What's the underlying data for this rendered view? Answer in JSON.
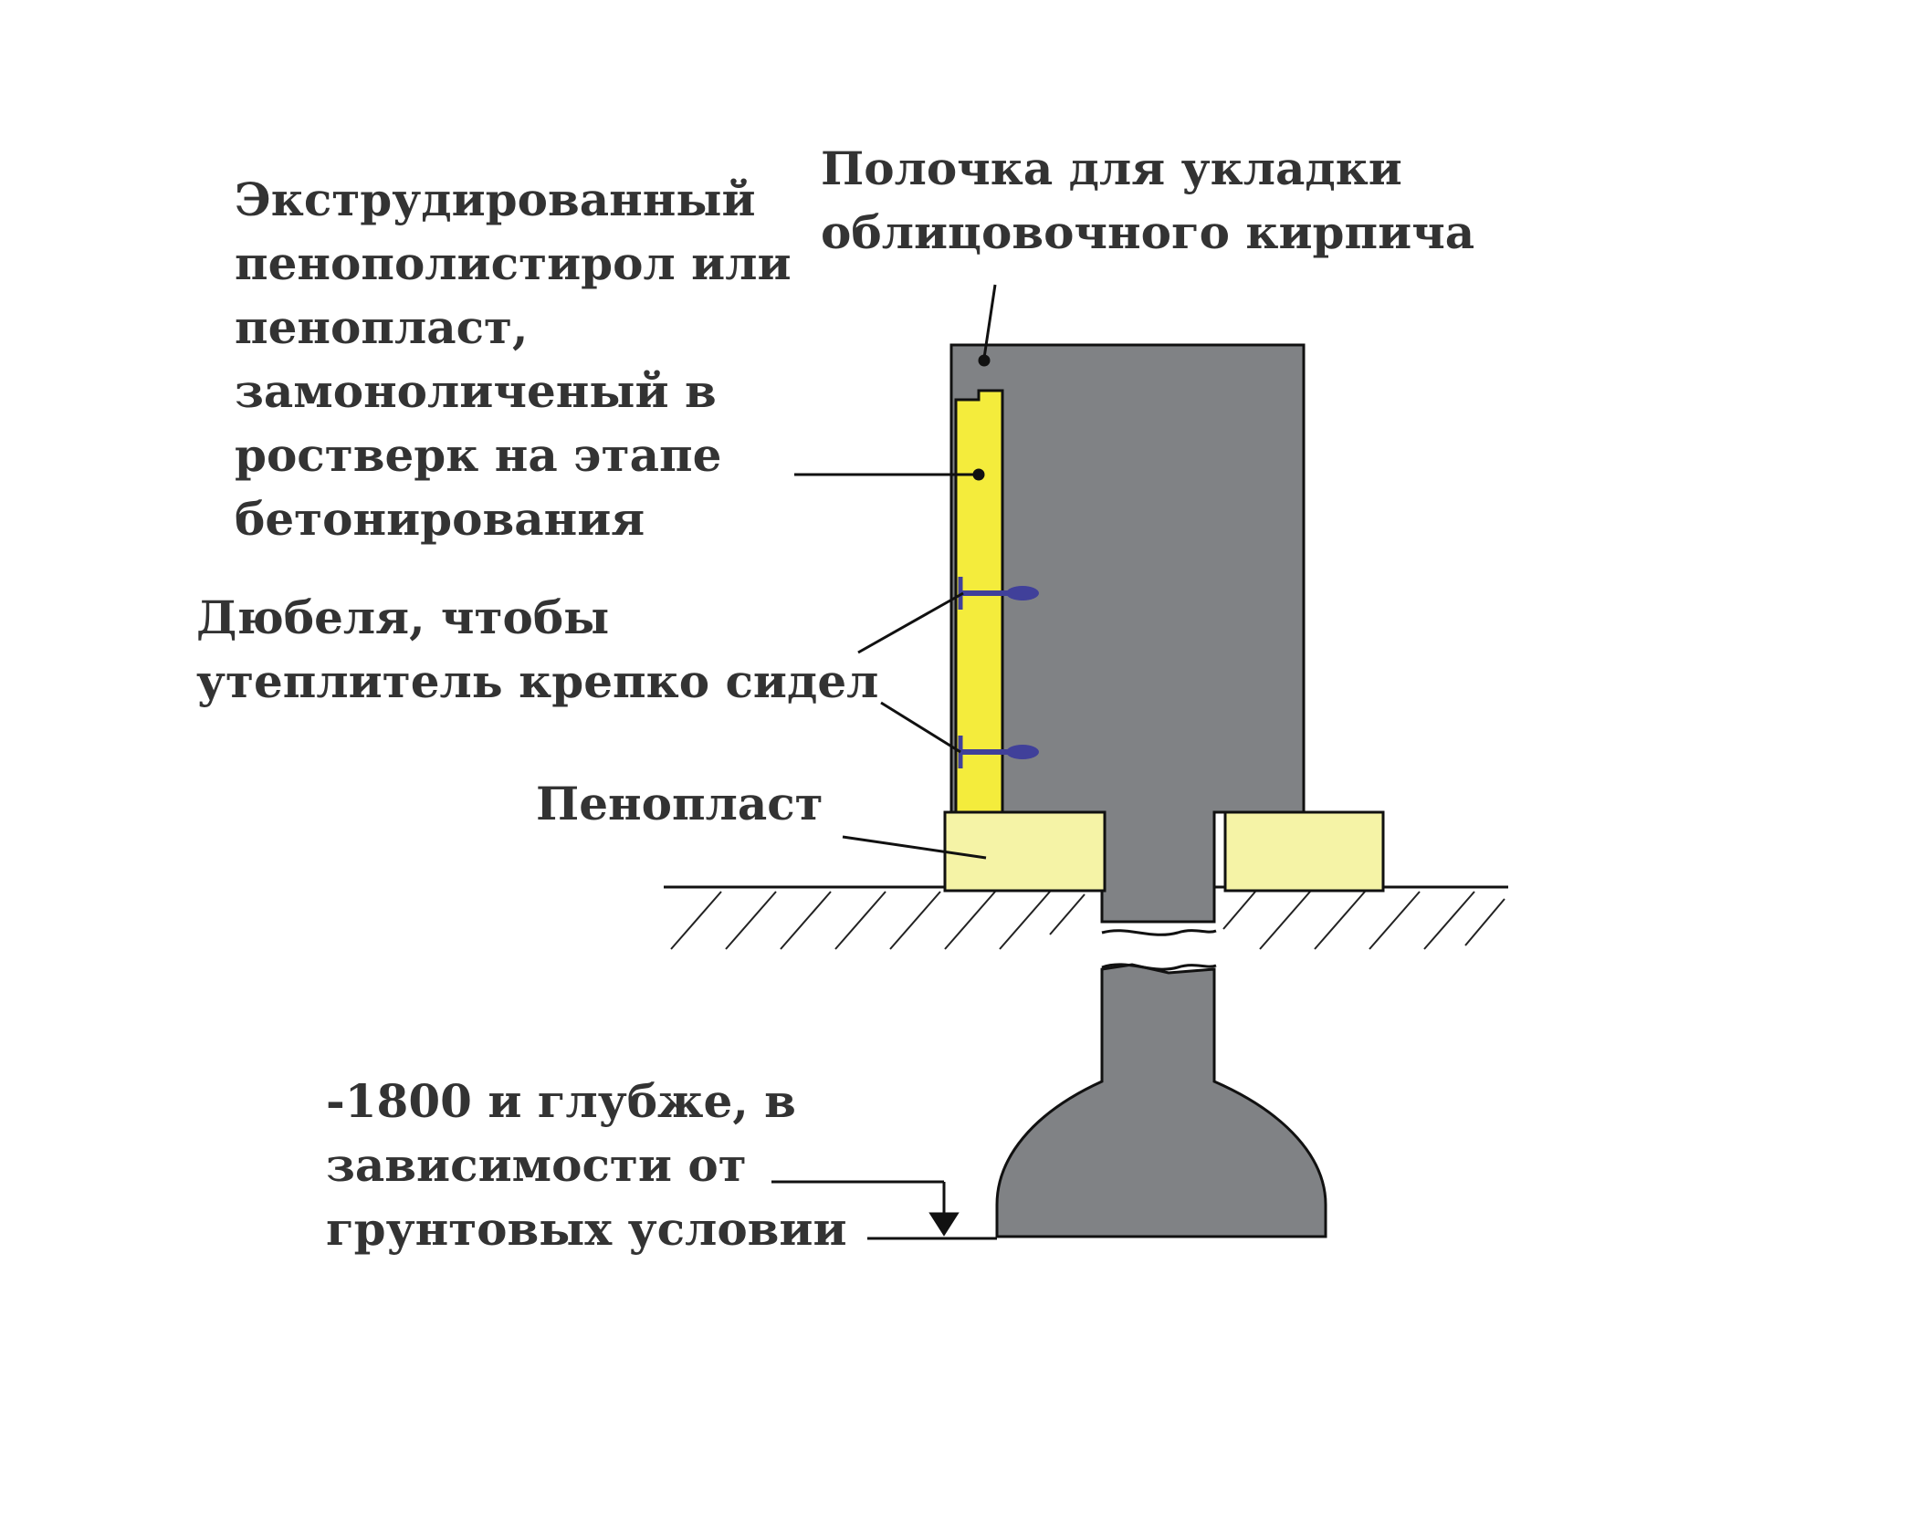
{
  "labels": {
    "shelf": {
      "line1": "Полочка для укладки",
      "line2": "облицовочного кирпича"
    },
    "xps_insulation": {
      "line1": "Экструдированный",
      "line2": "пенополистирол или",
      "line3": "пенопласт,",
      "line4": "замоноличеный в",
      "line5": "ростверк на этапе",
      "line6": "бетонирования"
    },
    "dowels": {
      "line1": "Дюбеля, чтобы",
      "line2": "утеплитель крепко сидел"
    },
    "foam": {
      "line1": "Пенопласт"
    },
    "depth": {
      "line1": "-1800 и глубже, в",
      "line2": "зависимости от",
      "line3": "грунтовых условии"
    }
  },
  "colors": {
    "concrete": "#808285",
    "vertical_insulation": "#f4ec3c",
    "foam_boards": "#f5f3a6",
    "dowels": "#40409a",
    "lines": "#111111",
    "text": "#333333"
  }
}
